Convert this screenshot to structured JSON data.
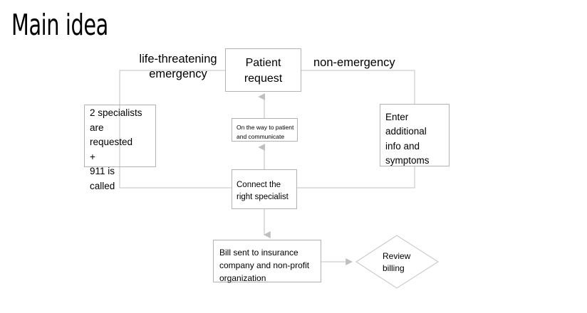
{
  "slide": {
    "title": "Main idea",
    "background": "#ffffff",
    "line_color": "#b3b3b3",
    "text_color": "#000000"
  },
  "diagram": {
    "type": "flowchart",
    "nodes": [
      {
        "id": "patient-request",
        "shape": "rectangle",
        "text": "Patient\nrequest"
      },
      {
        "id": "specialists-requested",
        "shape": "rectangle",
        "text": "2 specialists\nare\nrequested\n+\n911  is\ncalled"
      },
      {
        "id": "enter-additional-info",
        "shape": "rectangle",
        "text": "Enter\nadditional\ninfo and\nsymptoms"
      },
      {
        "id": "on-the-way",
        "shape": "rectangle",
        "text": "On the way to patient\nand communicate"
      },
      {
        "id": "connect-specialist",
        "shape": "rectangle",
        "text": "Connect the\nright specialist"
      },
      {
        "id": "bill-sent",
        "shape": "rectangle",
        "text": "Bill sent to insurance\ncompany and non-profit\norganization"
      },
      {
        "id": "review-billing",
        "shape": "diamond",
        "text": "Review\nbilling"
      }
    ],
    "edge_labels": [
      {
        "id": "life-threatening",
        "text": "life-threatening\nemergency"
      },
      {
        "id": "non-emergency",
        "text": "non-emergency"
      }
    ]
  }
}
